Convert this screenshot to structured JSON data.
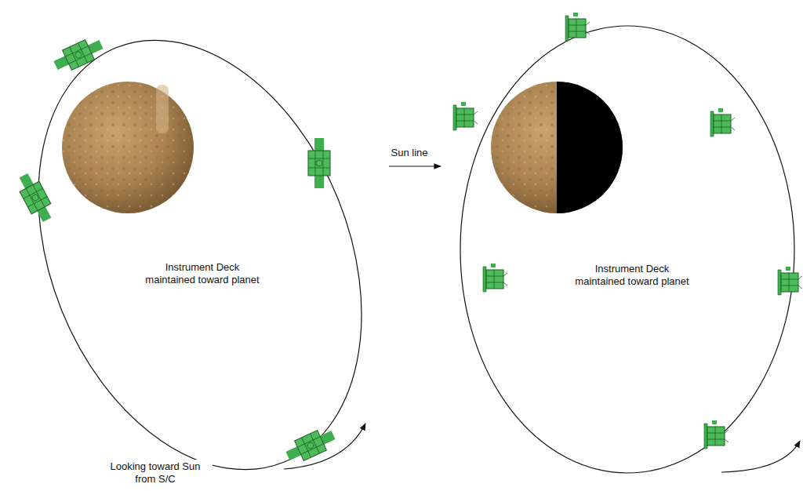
{
  "diagram": {
    "labels": [
      "Instrument Deck maintained toward planet",
      "Looking toward Sun from S/C",
      "Sun line",
      "Instrument Deck maintained toward planet"
    ]
  }
}
